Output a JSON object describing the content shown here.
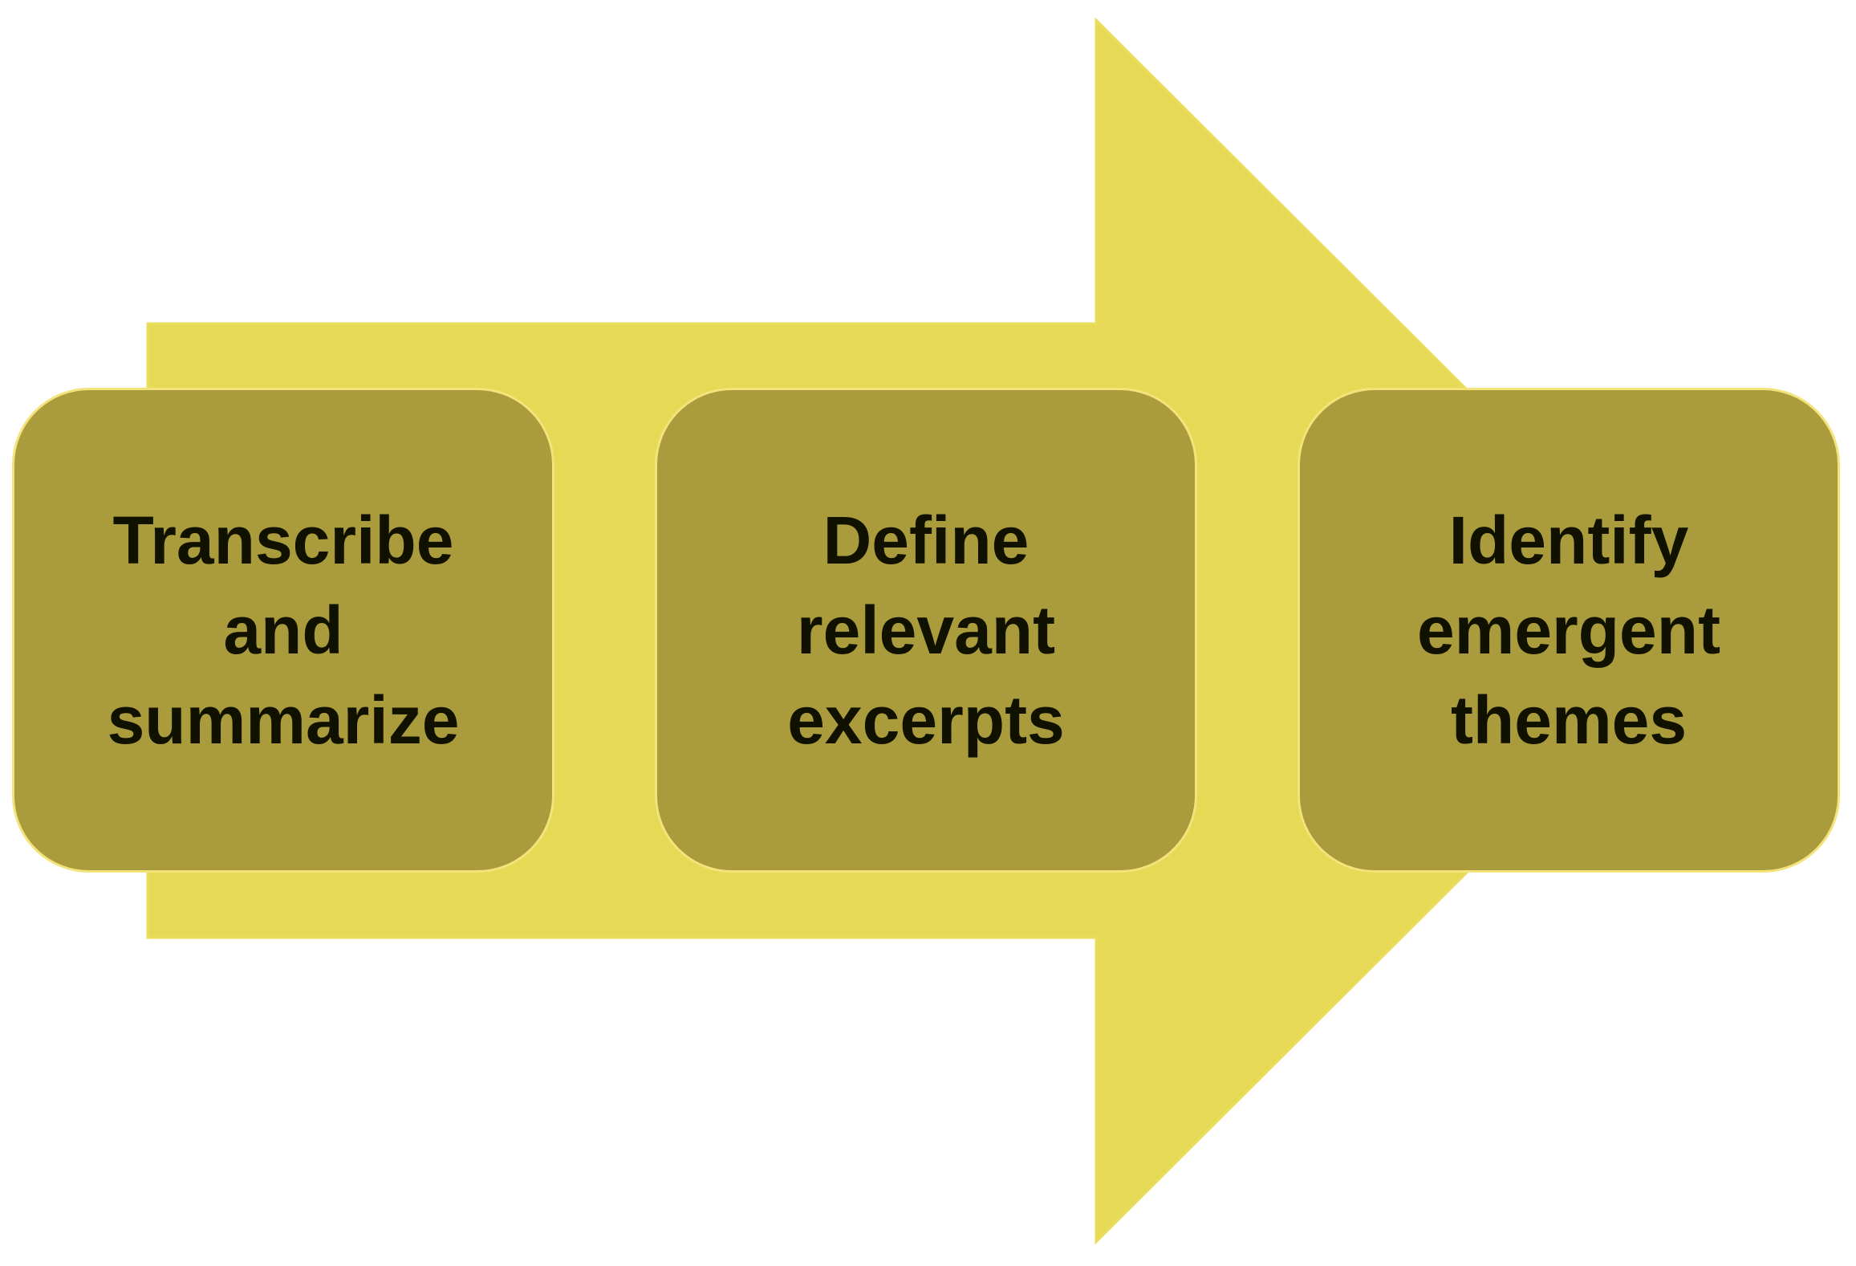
{
  "colors": {
    "arrow_fill": "#E6D955",
    "arrow_stroke": "#EBDD5C",
    "box_fill": "#AA9C3D",
    "box_border": "#F3E37A",
    "text": "#111100"
  },
  "steps": [
    {
      "label": "Transcribe\nand\nsummarize"
    },
    {
      "label": "Define\nrelevant\nexcerpts"
    },
    {
      "label": "Identify\nemergent\nthemes"
    }
  ]
}
